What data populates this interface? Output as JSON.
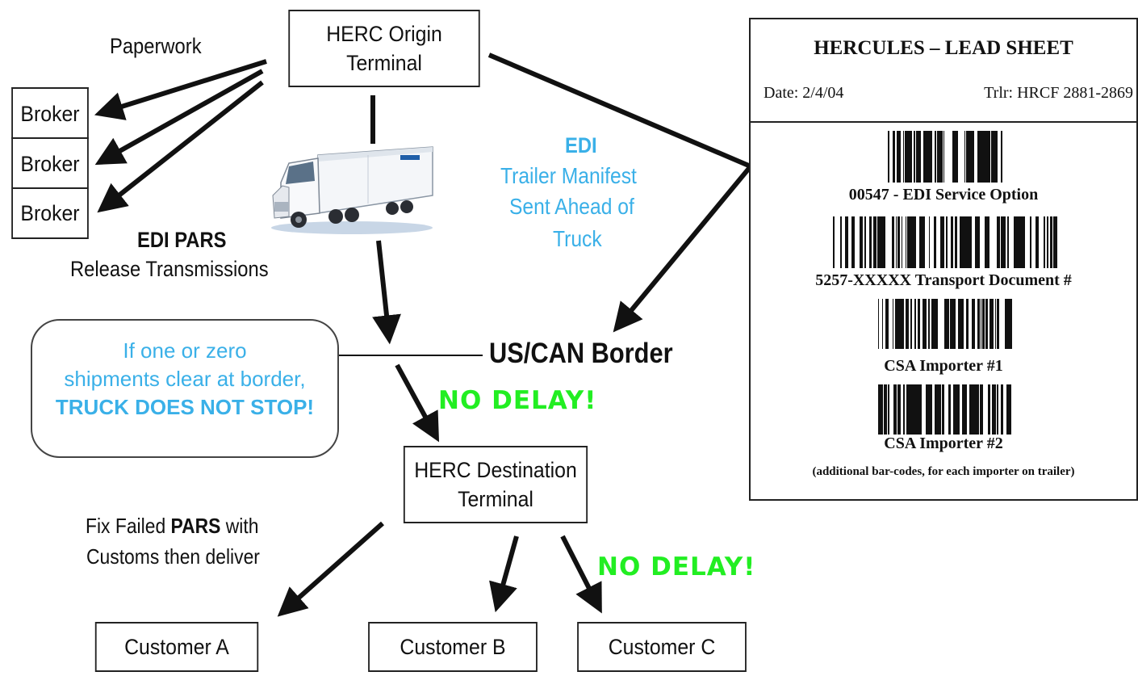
{
  "nodes": {
    "origin_terminal": [
      "HERC Origin",
      "Terminal"
    ],
    "destination_terminal": [
      "HERC Destination",
      "Terminal"
    ],
    "brokers": [
      "Broker",
      "Broker",
      "Broker"
    ],
    "customers": [
      "Customer A",
      "Customer B",
      "Customer C"
    ]
  },
  "labels": {
    "paperwork": "Paperwork",
    "edi_pars_title": "EDI PARS",
    "edi_pars_sub": "Release Transmissions",
    "edi_title": "EDI",
    "edi_lines": [
      "Trailer Manifest",
      "Sent Ahead of",
      "Truck"
    ],
    "border": "US/CAN Border",
    "no_delay_1": "NO DELAY!",
    "no_delay_2": "NO DELAY!",
    "fix_line1_pre": "Fix Failed ",
    "fix_line1_bold": "PARS",
    "fix_line1_post": " with",
    "fix_line2": "Customs then deliver"
  },
  "bubble": {
    "lines": [
      "If one or zero",
      "shipments clear at border,"
    ],
    "emphasis": "TRUCK DOES NOT STOP!"
  },
  "lead_sheet": {
    "title": "HERCULES – LEAD SHEET",
    "date": "Date:  2/4/04",
    "trailer": "Trlr:  HRCF 2881-2869",
    "barcode_labels": [
      "00547 - EDI Service Option",
      "5257-XXXXX Transport Document #",
      "CSA Importer #1",
      "CSA Importer #2"
    ],
    "footnote": "(additional bar-codes, for each importer on trailer)"
  },
  "colors": {
    "edi_blue": "#3ab0e8",
    "no_delay_green": "#22ee22",
    "line": "#111111"
  },
  "icons": [
    "truck-image",
    "barcode"
  ]
}
